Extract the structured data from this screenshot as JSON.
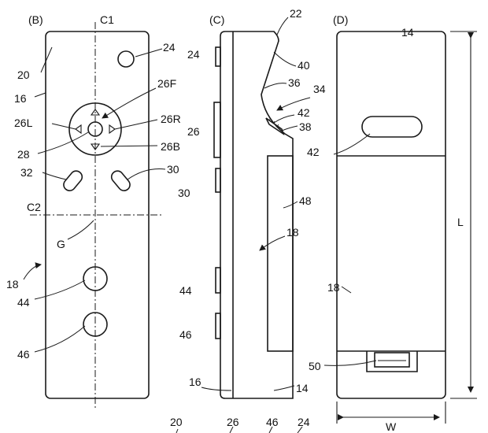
{
  "panels": {
    "b": "(B)",
    "c": "(C)",
    "d": "(D)"
  },
  "labels": {
    "c1": "C1",
    "c2": "C2",
    "n14_top": "14",
    "n14_bottom": "14",
    "n16_b": "16",
    "n16_c": "16",
    "n18_b": "18",
    "n18_c": "18",
    "n18_d": "18",
    "n20": "20",
    "n20_bottom": "20",
    "n22": "22",
    "n24_b": "24",
    "n24_c": "24",
    "n24_bottom": "24",
    "n26F": "26F",
    "n26L": "26L",
    "n26R": "26R",
    "n26B": "26B",
    "n26_c": "26",
    "n26_bottom": "26",
    "n28": "28",
    "n30_b": "30",
    "n30_c": "30",
    "n32": "32",
    "n34": "34",
    "n36": "36",
    "n38": "38",
    "n40": "40",
    "n42_c": "42",
    "n42_d": "42",
    "n44_b": "44",
    "n44_c": "44",
    "n46_b": "46",
    "n46_c": "46",
    "n46_bottom": "46",
    "n48": "48",
    "n50": "50",
    "g": "G",
    "dim_l": "L",
    "dim_w": "W"
  }
}
